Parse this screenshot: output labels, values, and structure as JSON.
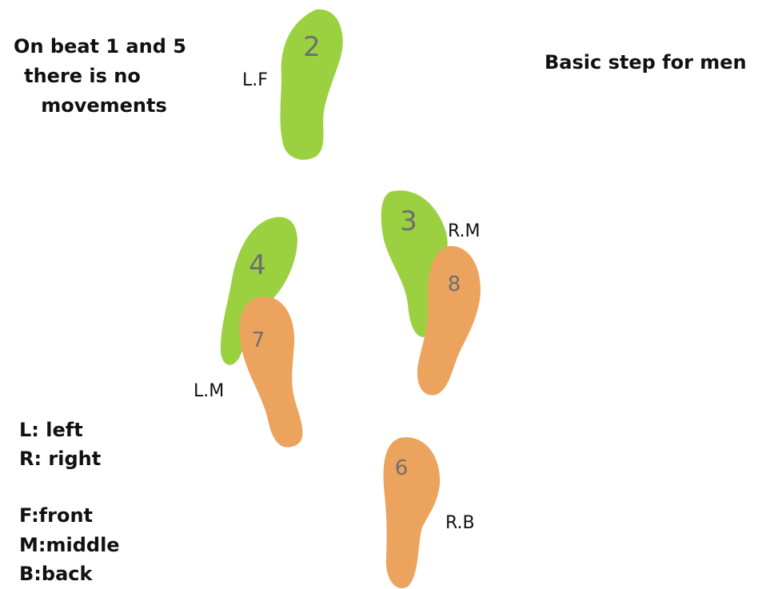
{
  "note": [
    "On beat 1 and 5",
    "there is no",
    "movements"
  ],
  "title": "Basic step for men",
  "colors": {
    "green_foot": "#9bd040",
    "orange_foot": "#eca35e",
    "number_text": "#6f6f6f",
    "label_text": "#111111"
  },
  "steps": [
    {
      "number": "2",
      "foot_color": "green",
      "position_label": "L.F"
    },
    {
      "number": "3",
      "foot_color": "green",
      "position_label": "R.M"
    },
    {
      "number": "4",
      "foot_color": "green",
      "position_label": ""
    },
    {
      "number": "7",
      "foot_color": "orange",
      "position_label": "L.M"
    },
    {
      "number": "8",
      "foot_color": "orange",
      "position_label": ""
    },
    {
      "number": "6",
      "foot_color": "orange",
      "position_label": "R.B"
    }
  ],
  "legend": {
    "sides": [
      "L: left",
      "R: right"
    ],
    "positions": [
      "F:front",
      "M:middle",
      "B:back"
    ]
  }
}
